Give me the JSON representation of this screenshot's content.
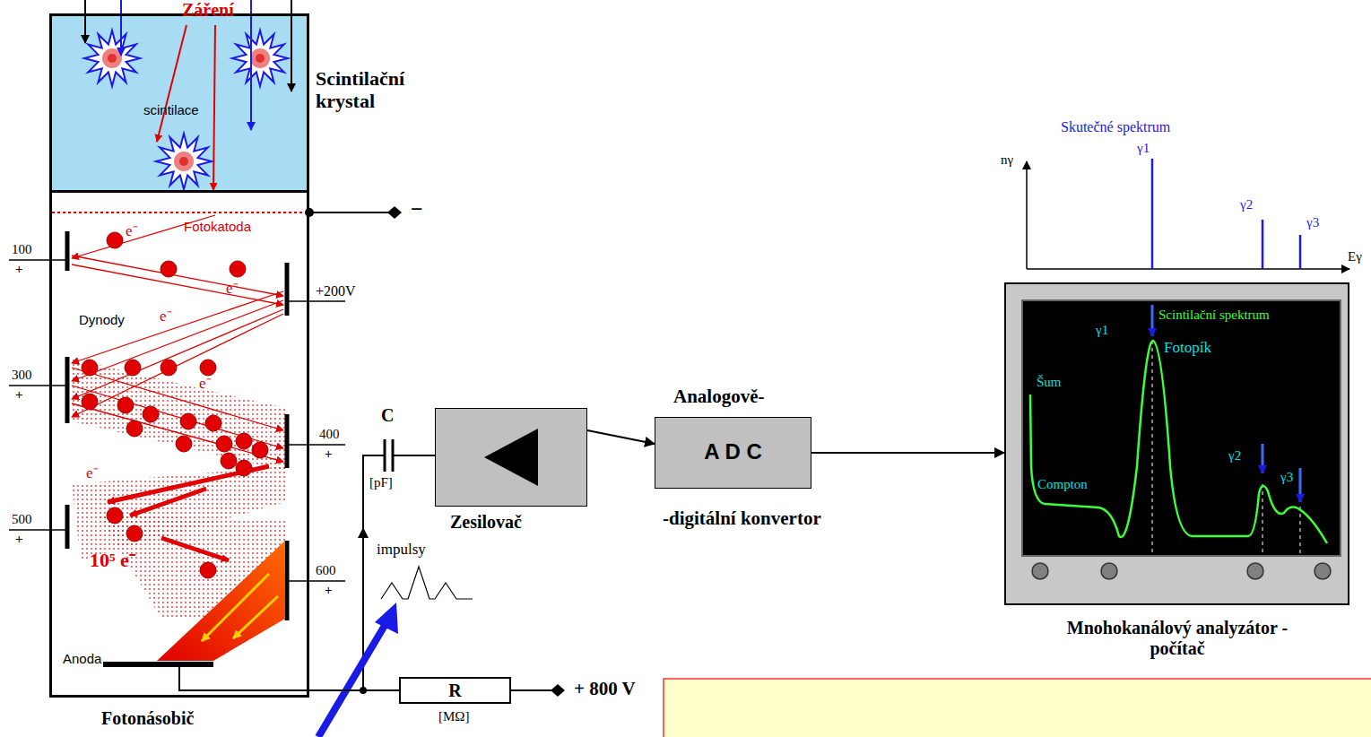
{
  "diagram": {
    "nodes": [
      {
        "text": [
          "Scintilační krystal",
          "scintilace"
        ]
      },
      {
        "text": [
          "Fotonásobič"
        ]
      },
      {
        "text": [
          "Zesilovač"
        ]
      },
      {
        "text": [
          "Analogově-",
          "A D C",
          "-digitální konvertor"
        ]
      },
      {
        "text": [
          "Mnohokanálový analyzátor - počítač"
        ]
      },
      {
        "text": [
          "R",
          "[MΩ]"
        ]
      }
    ],
    "edges": [
      {
        "from": 2,
        "to": 3,
        "arrow": "to"
      },
      {
        "from": 3,
        "to": 4,
        "arrow": "to"
      },
      {
        "from": 1,
        "to": 5,
        "arrow": "none"
      }
    ],
    "labels": [
      "Záření",
      "Fotokatoda",
      "100",
      "+",
      "+200V",
      "Dynody",
      "300",
      "+",
      "400",
      "+",
      "500",
      "+",
      "600",
      "+",
      "10⁵ e⁻",
      "Anoda",
      "e⁻",
      "e⁻",
      "e⁻",
      "e⁻",
      "e⁻",
      "−",
      "C",
      "[pF]",
      "impulsy",
      "+ 800 V",
      "Skutečné spektrum",
      "nγ",
      "γ1",
      "γ2",
      "γ3",
      "Eγ",
      "γ1",
      "Scintilační spektrum",
      "Fotopík",
      "Šum",
      "Compton",
      "γ2",
      "γ3"
    ]
  }
}
